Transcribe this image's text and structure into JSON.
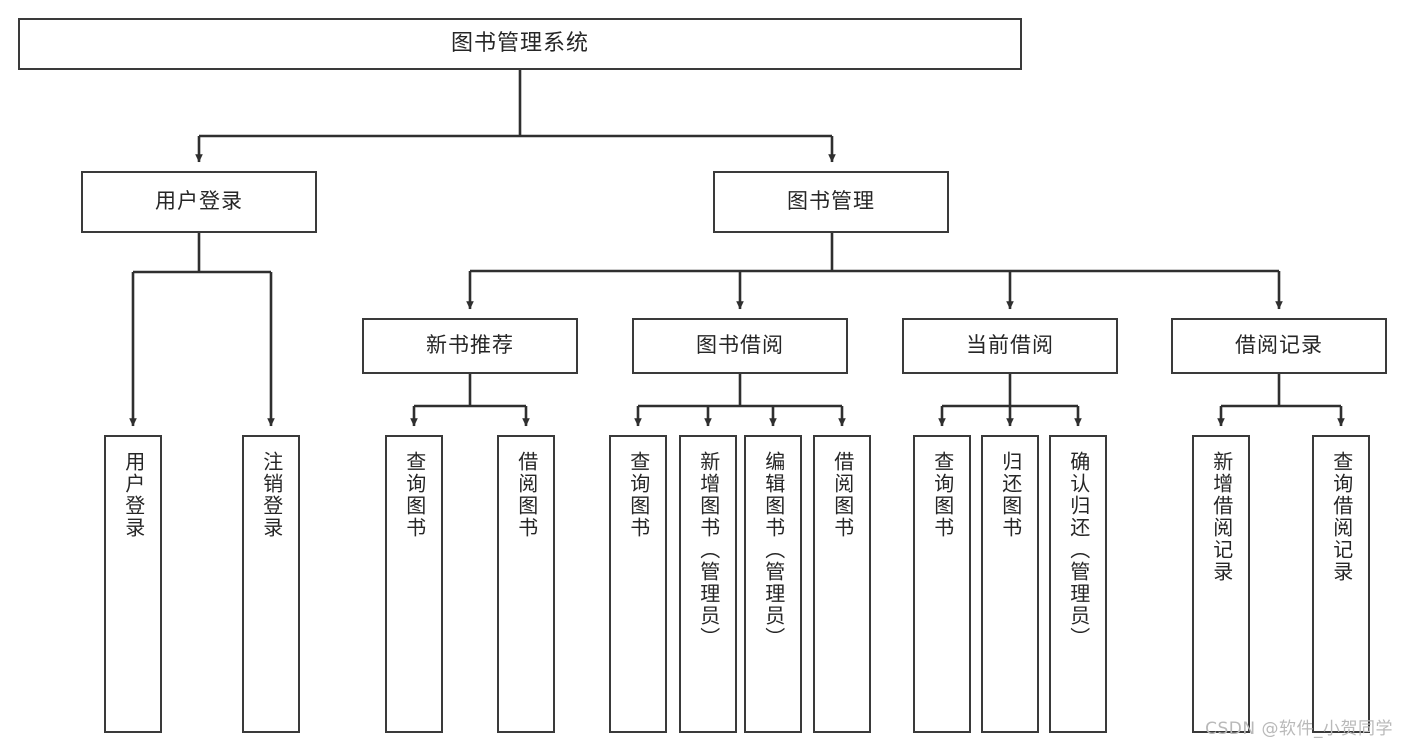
{
  "diagram": {
    "type": "tree-hierarchy",
    "title": "图书管理系统",
    "watermark": "CSDN @软件_小贺同学",
    "colors": {
      "box_border": "#3a3a3a",
      "box_fill": "#ffffff",
      "edge": "#2f2f2f",
      "text": "#262626",
      "watermark": "#b9b9b9",
      "background": "#ffffff"
    },
    "nodes": {
      "root": {
        "label": "图书管理系统"
      },
      "level2": [
        {
          "label": "用户登录"
        },
        {
          "label": "图书管理"
        }
      ],
      "level3": [
        {
          "label": "新书推荐"
        },
        {
          "label": "图书借阅"
        },
        {
          "label": "当前借阅"
        },
        {
          "label": "借阅记录"
        }
      ],
      "leaves": {
        "user_login": [
          {
            "label": "用户登录"
          },
          {
            "label": "注销登录"
          }
        ],
        "new_book_recommend": [
          {
            "label": "查询图书"
          },
          {
            "label": "借阅图书"
          }
        ],
        "book_borrow": [
          {
            "label": "查询图书"
          },
          {
            "label": "新增图书（管理员）"
          },
          {
            "label": "编辑图书（管理员）"
          },
          {
            "label": "借阅图书"
          }
        ],
        "current_borrow": [
          {
            "label": "查询图书"
          },
          {
            "label": "归还图书"
          },
          {
            "label": "确认归还（管理员）"
          }
        ],
        "borrow_record": [
          {
            "label": "新增借阅记录"
          },
          {
            "label": "查询借阅记录"
          }
        ]
      }
    }
  }
}
